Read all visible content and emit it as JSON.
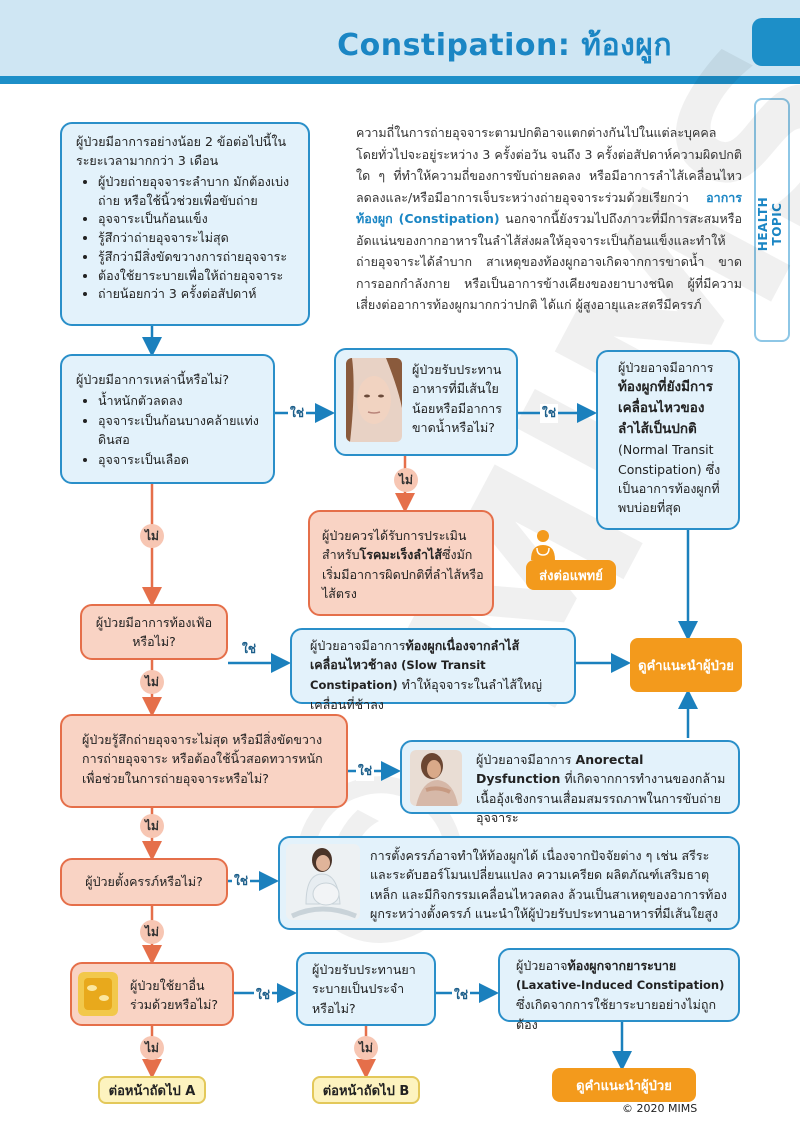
{
  "header": {
    "title": "Constipation: ท้องผูก",
    "side_label": "HEALTH TOPIC"
  },
  "watermark": "© MIMS",
  "criteria_box": {
    "intro": "ผู้ป่วยมีอาการอย่างน้อย 2 ข้อต่อไปนี้ในระยะเวลามากกว่า 3 เดือน",
    "items": [
      "ผู้ป่วยถ่ายอุจจาระลำบาก มักต้องเบ่งถ่าย หรือใช้นิ้วช่วยเพื่อขับถ่าย",
      "อุจจาระเป็นก้อนแข็ง",
      "รู้สึกว่าถ่ายอุจจาระไม่สุด",
      "รู้สึกว่ามีสิ่งขัดขวางการถ่ายอุจจาระ",
      "ต้องใช้ยาระบายเพื่อให้ถ่ายอุจจาระ",
      "ถ่ายน้อยกว่า 3 ครั้งต่อสัปดาห์"
    ]
  },
  "intro_text": {
    "part1": "ความถี่ในการถ่ายอุจจาระตามปกติอาจแตกต่างกันไปในแต่ละบุคคล โดยทั่วไปจะอยู่ระหว่าง 3 ครั้งต่อวัน จนถึง 3 ครั้งต่อสัปดาห์ความผิดปกติใด ๆ ที่ทำให้ความถี่ของการขับถ่ายลดลง หรือมีอาการลำไส้เคลื่อนไหวลดลงและ/หรือมีอาการเจ็บระหว่างถ่ายอุจจาระร่วมด้วยเรียกว่า",
    "highlight": "อาการท้องผูก (Constipation)",
    "part2": "นอกจากนี้ยังรวมไปถึงภาวะที่มีการสะสมหรืออัดแน่นของกากอาหารในลำไส้ส่งผลให้อุจจาระเป็นก้อนแข็งและทำให้ถ่ายอุจจาระได้ลำบาก สาเหตุของท้องผูกอาจเกิดจากการขาดน้ำ ขาดการออกกำลังกาย หรือเป็นอาการข้างเคียงของยาบางชนิด ผู้ที่มีความเสี่ยงต่ออาการท้องผูกมากกว่าปกติ ได้แก่ ผู้สูงอายุและสตรีมีครรภ์"
  },
  "alarm_box": {
    "question": "ผู้ป่วยมีอาการเหล่านี้หรือไม่?",
    "items": [
      "น้ำหนักตัวลดลง",
      "อุจจาระเป็นก้อนบางคล้ายแท่งดินสอ",
      "อุจจาระเป็นเลือด"
    ]
  },
  "fiber_box": {
    "text": "ผู้ป่วยรับประทานอาหารที่มีเส้นใยน้อยหรือมีอาการขาดน้ำหรือไม่?"
  },
  "normal_transit_box": {
    "pre": "ผู้ป่วยอาจมีอาการ",
    "bold": "ท้องผูกที่ยังมีการเคลื่อนไหวของลำไส้เป็นปกติ",
    "en": "(Normal Transit Constipation)",
    "post": "ซึ่งเป็นอาการท้องผูกที่พบบ่อยที่สุด"
  },
  "ibs_box": {
    "pre": "ผู้ป่วยควรได้รับการประเมินสำหรับ",
    "bold": "โรคมะเร็งลำไส้",
    "post": "ซึ่งมักเริ่มมีอาการผิดปกติที่ลำไส้หรือไส้ตรง"
  },
  "refer_label": "ส่งต่อแพทย์",
  "bloating_box": {
    "text": "ผู้ป่วยมีอาการท้องเฟ้อหรือไม่?"
  },
  "slow_transit_box": {
    "pre": "ผู้ป่วยอาจมีอาการ",
    "bold": "ท้องผูกเนื่องจากลำไส้เคลื่อนไหวช้าลง",
    "en": "(Slow Transit Constipation)",
    "post": "ทำให้อุจจาระในลำไส้ใหญ่เคลื่อนที่ช้าลง"
  },
  "advice_box_1": {
    "text": "ดูคำแนะนำผู้ป่วย"
  },
  "incomplete_box": {
    "text": "ผู้ป่วยรู้สึกถ่ายอุจจาระไม่สุด หรือมีสิ่งขัดขวางการถ่ายอุจจาระ หรือต้องใช้นิ้วสอดทวารหนักเพื่อช่วยในการถ่ายอุจจาระหรือไม่?"
  },
  "anorectal_box": {
    "pre": "ผู้ป่วยอาจมีอาการ",
    "bold": "Anorectal Dysfunction",
    "post": "ที่เกิดจากการทำงานของกล้ามเนื้ออุ้งเชิงกรานเสื่อมสมรรถภาพในการขับถ่ายอุจจาระ"
  },
  "pregnant_q_box": {
    "text": "ผู้ป่วยตั้งครรภ์หรือไม่?"
  },
  "pregnancy_box": {
    "text": "การตั้งครรภ์อาจทำให้ท้องผูกได้ เนื่องจากปัจจัยต่าง ๆ เช่น สรีระและระดับฮอร์โมนเปลี่ยนแปลง ความเครียด ผลิตภัณฑ์เสริมธาตุเหล็ก และมีกิจกรรมเคลื่อนไหวลดลง ล้วนเป็นสาเหตุของอาการท้องผูกระหว่างตั้งครรภ์ แนะนำให้ผู้ป่วยรับประทานอาหารที่มีเส้นใยสูง"
  },
  "other_drugs_box": {
    "text": "ผู้ป่วยใช้ยาอื่นร่วมด้วยหรือไม่?"
  },
  "laxative_q_box": {
    "text": "ผู้ป่วยรับประทานยาระบายเป็นประจำหรือไม่?"
  },
  "laxative_induced_box": {
    "pre": "ผู้ป่วยอาจ",
    "bold": "ท้องผูกจากยาระบาย",
    "en": "(Laxative-Induced Constipation)",
    "post": "ซึ่งเกิดจากการใช้ยาระบายอย่างไม่ถูกต้อง"
  },
  "advice_box_2": {
    "text": "ดูคำแนะนำผู้ป่วย"
  },
  "next_a": "ต่อหน้าถัดไป A",
  "next_b": "ต่อหน้าถัดไป B",
  "labels": {
    "yes": "ใช่",
    "no": "ไม่"
  },
  "copyright": "© 2020 MIMS"
}
